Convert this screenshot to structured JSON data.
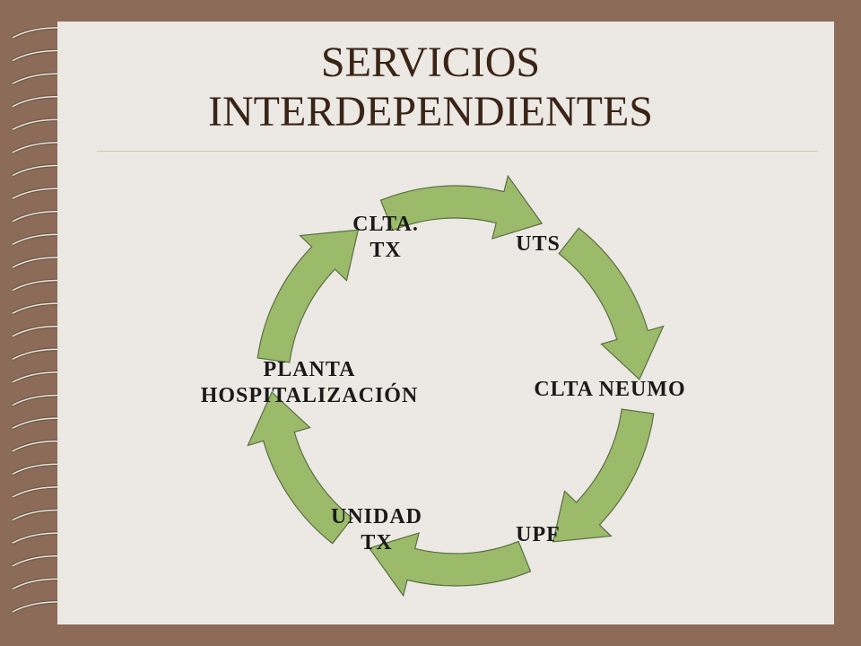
{
  "title": {
    "line1": "SERVICIOS",
    "line2": "INTERDEPENDIENTES"
  },
  "colors": {
    "background": "#8c6b58",
    "page": "#ece8e4",
    "arrow_fill": "#9bbb6a",
    "arrow_stroke": "#5a6e42",
    "title": "#3a2416"
  },
  "diagram": {
    "type": "cycle",
    "nodes": [
      {
        "line1": "UTS",
        "line2": ""
      },
      {
        "line1": "CLTA NEUMO",
        "line2": ""
      },
      {
        "line1": "UPF",
        "line2": ""
      },
      {
        "line1": "UNIDAD",
        "line2": "TX"
      },
      {
        "line1": "PLANTA",
        "line2": "HOSPITALIZACIÓN"
      },
      {
        "line1": "CLTA.",
        "line2": "TX"
      }
    ],
    "arrow_count": 6
  }
}
